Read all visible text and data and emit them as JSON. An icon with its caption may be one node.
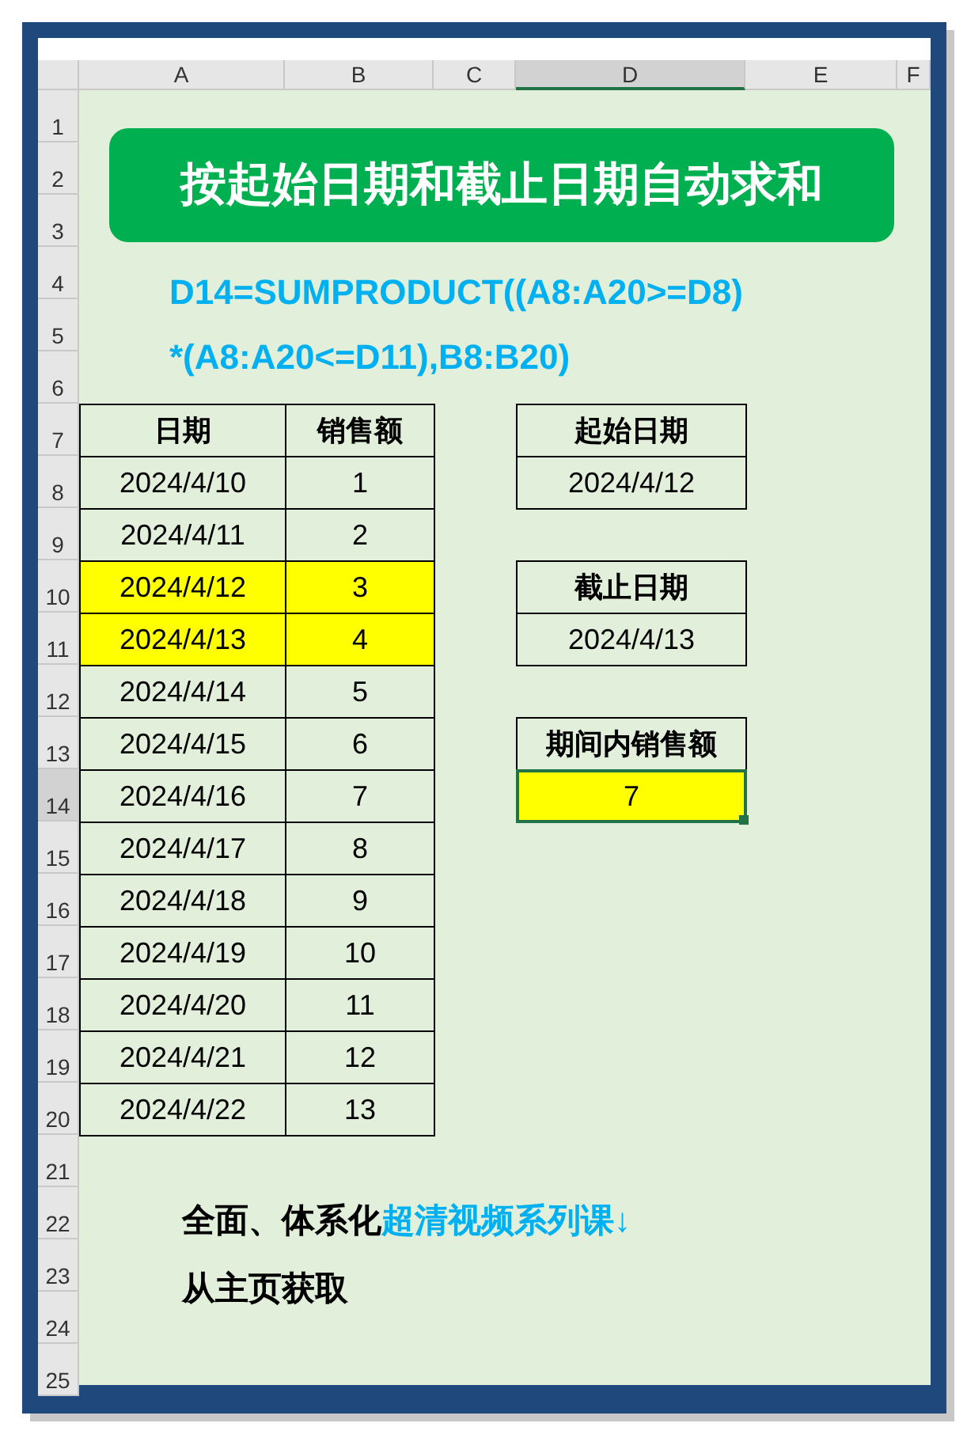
{
  "diagram": {
    "title": "按起始日期和截止日期自动求和",
    "labels": [
      "A",
      "B",
      "C",
      "D",
      "E",
      "F",
      "1",
      "2",
      "3",
      "4",
      "5",
      "6",
      "7",
      "8",
      "9",
      "10",
      "11",
      "12",
      "13",
      "14",
      "15",
      "16",
      "17",
      "18",
      "19",
      "20",
      "21",
      "22",
      "23",
      "24",
      "25",
      "D14=SUMPRODUCT((A8:A20>=D8)",
      "*(A8:A20<=D11),B8:B20)",
      "日期",
      "销售额",
      "起始日期",
      "2024/4/10",
      "1",
      "2024/4/12",
      "2024/4/11",
      "2",
      "2024/4/12",
      "3",
      "截止日期",
      "2024/4/13",
      "4",
      "2024/4/13",
      "2024/4/14",
      "5",
      "2024/4/15",
      "6",
      "期间内销售额",
      "2024/4/16",
      "7",
      "7",
      "2024/4/17",
      "8",
      "2024/4/18",
      "9",
      "2024/4/19",
      "10",
      "2024/4/20",
      "11",
      "2024/4/21",
      "12",
      "2024/4/22",
      "13",
      "全面、体系化",
      "超清视频系列课↓",
      "从主页获取"
    ]
  }
}
